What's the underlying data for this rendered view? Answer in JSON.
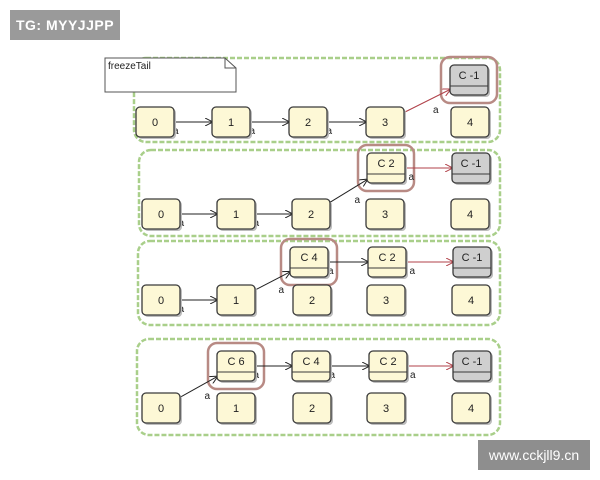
{
  "watermarks": {
    "top_left": "TG: MYYJJPP",
    "bottom_right": "www.cckjll9.cn"
  },
  "note": "freezeTail",
  "edge_label": "a",
  "rows": [
    {
      "nodes": [
        {
          "id": "r0n0",
          "label": "0",
          "gray": false
        },
        {
          "id": "r0n1",
          "label": "1",
          "gray": false
        },
        {
          "id": "r0n2",
          "label": "2",
          "gray": false
        },
        {
          "id": "r0n3",
          "label": "3",
          "gray": false
        },
        {
          "id": "r0n4",
          "label": "4",
          "gray": false
        },
        {
          "id": "r0c",
          "label": "C -1",
          "gray": true,
          "highlight": true
        }
      ],
      "edges": [
        [
          "r0n0",
          "r0n1",
          "black"
        ],
        [
          "r0n1",
          "r0n2",
          "black"
        ],
        [
          "r0n2",
          "r0n3",
          "black"
        ],
        [
          "r0n3",
          "r0c",
          "red"
        ]
      ]
    },
    {
      "nodes": [
        {
          "id": "r1n0",
          "label": "0",
          "gray": false
        },
        {
          "id": "r1n1",
          "label": "1",
          "gray": false
        },
        {
          "id": "r1n2",
          "label": "2",
          "gray": false
        },
        {
          "id": "r1n3",
          "label": "3",
          "gray": false
        },
        {
          "id": "r1n4",
          "label": "4",
          "gray": false
        },
        {
          "id": "r1c2",
          "label": "C 2",
          "gray": false,
          "highlight": true
        },
        {
          "id": "r1c",
          "label": "C -1",
          "gray": true
        }
      ],
      "edges": [
        [
          "r1n0",
          "r1n1",
          "black"
        ],
        [
          "r1n1",
          "r1n2",
          "black"
        ],
        [
          "r1n2",
          "r1c2",
          "black"
        ],
        [
          "r1c2",
          "r1c",
          "red"
        ]
      ]
    },
    {
      "nodes": [
        {
          "id": "r2n0",
          "label": "0",
          "gray": false
        },
        {
          "id": "r2n1",
          "label": "1",
          "gray": false
        },
        {
          "id": "r2n2",
          "label": "2",
          "gray": false
        },
        {
          "id": "r2n3",
          "label": "3",
          "gray": false
        },
        {
          "id": "r2n4",
          "label": "4",
          "gray": false
        },
        {
          "id": "r2c4",
          "label": "C 4",
          "gray": false,
          "highlight": true
        },
        {
          "id": "r2c2",
          "label": "C 2",
          "gray": false
        },
        {
          "id": "r2c",
          "label": "C -1",
          "gray": true
        }
      ],
      "edges": [
        [
          "r2n0",
          "r2n1",
          "black"
        ],
        [
          "r2n1",
          "r2c4",
          "black"
        ],
        [
          "r2c4",
          "r2c2",
          "black"
        ],
        [
          "r2c2",
          "r2c",
          "red"
        ]
      ]
    },
    {
      "nodes": [
        {
          "id": "r3n0",
          "label": "0",
          "gray": false
        },
        {
          "id": "r3n1",
          "label": "1",
          "gray": false
        },
        {
          "id": "r3n2",
          "label": "2",
          "gray": false
        },
        {
          "id": "r3n3",
          "label": "3",
          "gray": false
        },
        {
          "id": "r3n4",
          "label": "4",
          "gray": false
        },
        {
          "id": "r3c6",
          "label": "C 6",
          "gray": false,
          "highlight": true
        },
        {
          "id": "r3c4",
          "label": "C 4",
          "gray": false
        },
        {
          "id": "r3c2",
          "label": "C 2",
          "gray": false
        },
        {
          "id": "r3c",
          "label": "C -1",
          "gray": true
        }
      ],
      "edges": [
        [
          "r3n0",
          "r3c6",
          "black"
        ],
        [
          "r3c6",
          "r3c4",
          "black"
        ],
        [
          "r3c4",
          "r3c2",
          "black"
        ],
        [
          "r3c2",
          "r3c",
          "red"
        ]
      ]
    }
  ]
}
